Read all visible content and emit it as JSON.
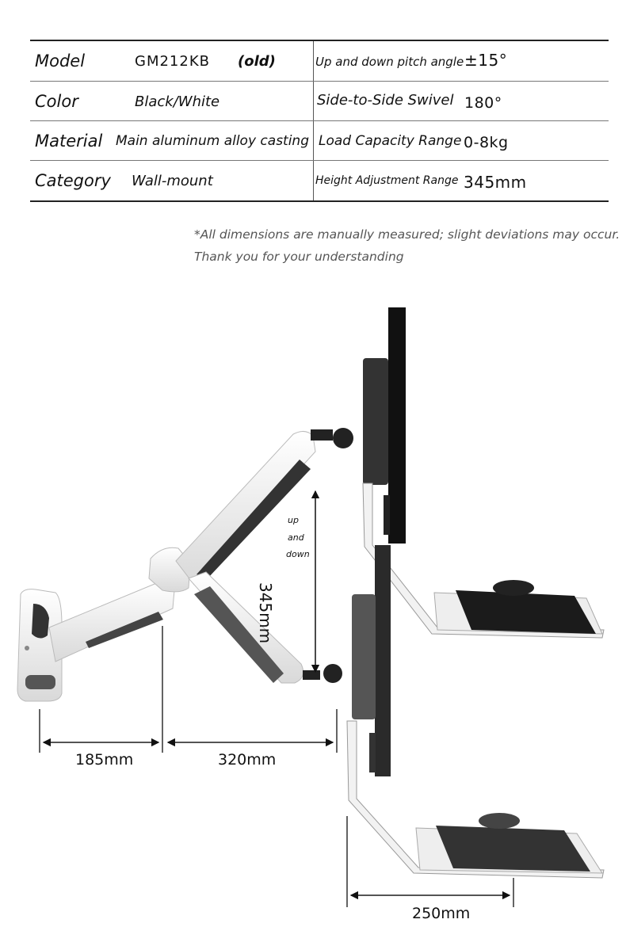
{
  "specs": {
    "model_label": "Model",
    "model_value": "GM212KB",
    "model_note": "(old)",
    "color_label": "Color",
    "color_value": "Black/White",
    "material_label": "Material",
    "material_value": "Main aluminum alloy casting",
    "category_label": "Category",
    "category_value": "Wall-mount",
    "pitch_label": "Up and down pitch angle",
    "pitch_value": "±15°",
    "swivel_label": "Side-to-Side Swivel",
    "swivel_value": "180°",
    "load_label": "Load Capacity Range",
    "load_value": "0-8kg",
    "height_label": "Height Adjustment Range",
    "height_value": "345mm"
  },
  "notes": {
    "line1": "*All dimensions are manually measured; slight deviations may occur.",
    "line2": "Thank you for your understanding"
  },
  "diagram": {
    "dim_185": "185mm",
    "dim_320": "320mm",
    "dim_250": "250mm",
    "dim_345": "345mm",
    "up": "up",
    "and": "and",
    "down": "down"
  }
}
